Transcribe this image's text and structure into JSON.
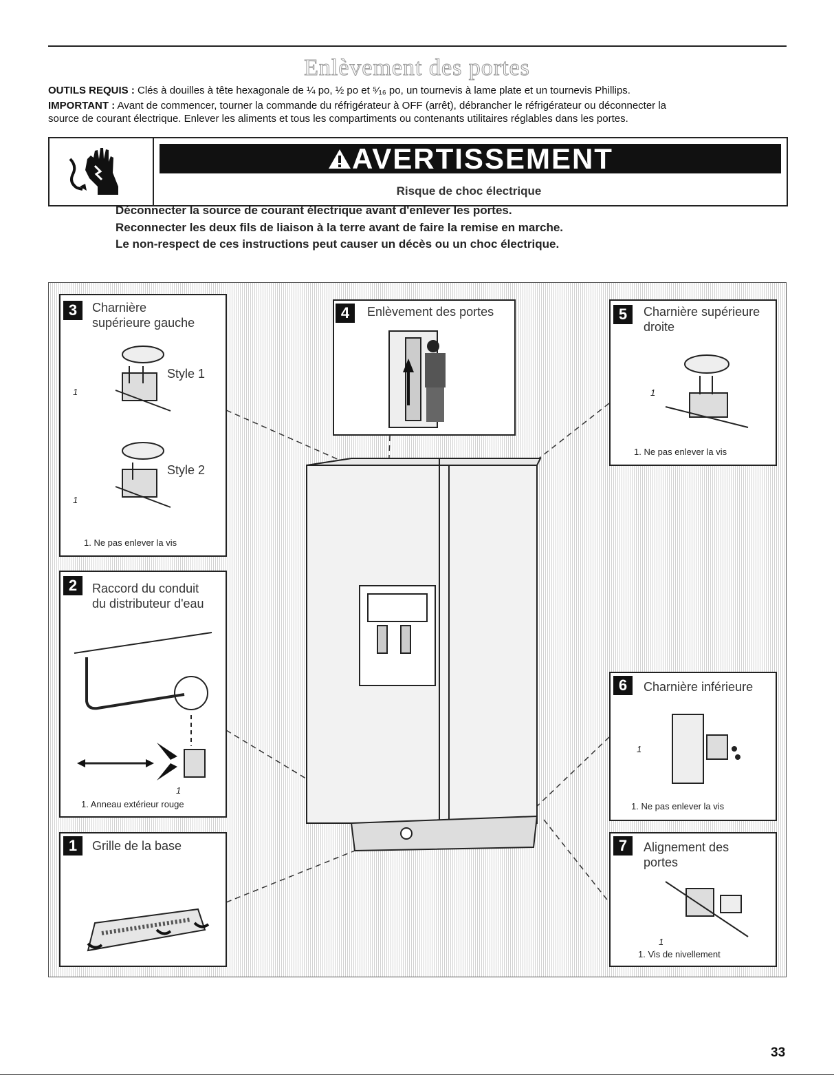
{
  "page_title": "Enlèvement des portes",
  "tools": {
    "label": "OUTILS REQUIS :",
    "text": " Clés à douilles à tête hexagonale de ¼ po, ½ po et ⁵⁄₁₆ po, un tournevis à lame plate et un tournevis Phillips."
  },
  "important": {
    "label": "IMPORTANT :",
    "text_1": " Avant de commencer, tourner la commande du réfrigérateur à OFF (arrêt), débrancher le réfrigérateur ou déconnecter la",
    "text_2": "source de courant électrique. Enlever les aliments et tous les compartiments ou contenants utilitaires réglables dans les portes."
  },
  "warning": {
    "icon": "electric-shock-hand-icon",
    "banner": "AVERTISSEMENT",
    "subtitle": "Risque de choc électrique",
    "lines": [
      "Déconnecter la source de courant électrique avant d'enlever les portes.",
      "Reconnecter les deux fils de liaison à la terre avant de faire la remise en marche.",
      "Le non-respect de ces instructions peut causer un décès ou un choc électrique."
    ]
  },
  "panels": {
    "p3": {
      "num": "3",
      "title_1": "Charnière",
      "title_2": "supérieure gauche",
      "style_1": "Style 1",
      "style_2": "Style 2",
      "callout": "1",
      "caption": "1. Ne pas enlever la vis"
    },
    "p4": {
      "num": "4",
      "title": "Enlèvement des portes"
    },
    "p5": {
      "num": "5",
      "title_1": "Charnière supérieure",
      "title_2": "droite",
      "callout": "1",
      "caption": "1. Ne pas enlever la vis"
    },
    "p2": {
      "num": "2",
      "title_1": "Raccord du conduit",
      "title_2": "du distributeur d'eau",
      "callout": "1",
      "caption": "1. Anneau extérieur rouge"
    },
    "p6": {
      "num": "6",
      "title": "Charnière inférieure",
      "callout": "1",
      "caption": "1. Ne pas enlever la vis"
    },
    "p1": {
      "num": "1",
      "title": "Grille de la base"
    },
    "p7": {
      "num": "7",
      "title_1": "Alignement des",
      "title_2": "portes",
      "callout": "1",
      "caption": "1. Vis de nivellement"
    }
  },
  "page_number": "33"
}
